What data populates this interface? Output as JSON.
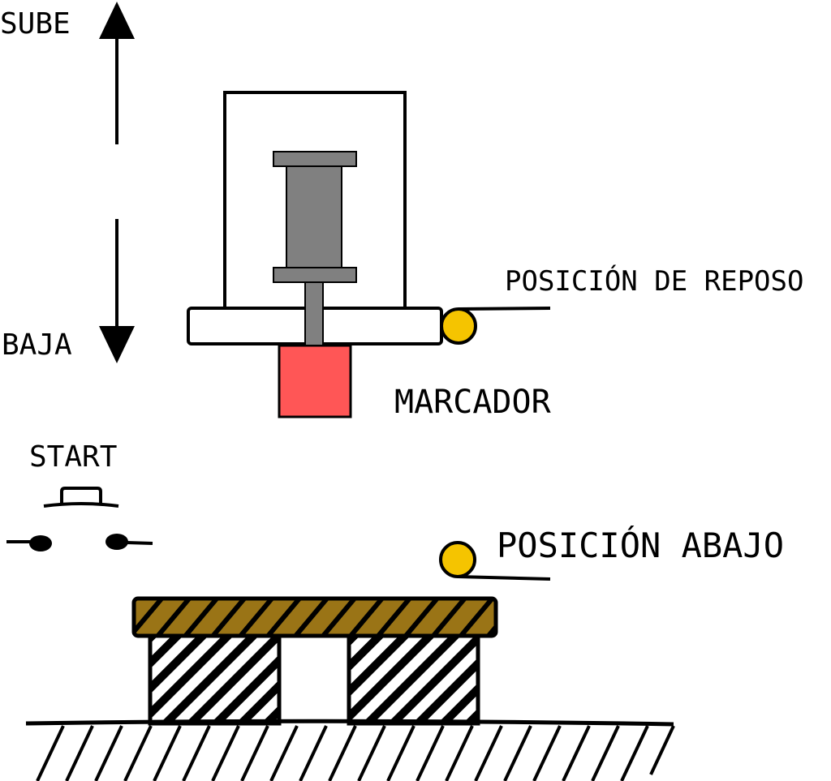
{
  "labels": {
    "up": "SUBE",
    "down": "BAJA",
    "rest_position": "POSICIÓN DE REPOSO",
    "marker": "MARCADOR",
    "start": "START",
    "down_position": "POSICIÓN ABAJO"
  },
  "colors": {
    "marker": "#ff5656",
    "sensor": "#f5c400",
    "cylinder": "#808080",
    "workpiece_top": "#9a7416",
    "outline": "#000000"
  },
  "icons": [
    "arrow-up-icon",
    "arrow-down-icon",
    "start-pushbutton-icon",
    "sensor-icon",
    "ground-hatch-icon"
  ]
}
